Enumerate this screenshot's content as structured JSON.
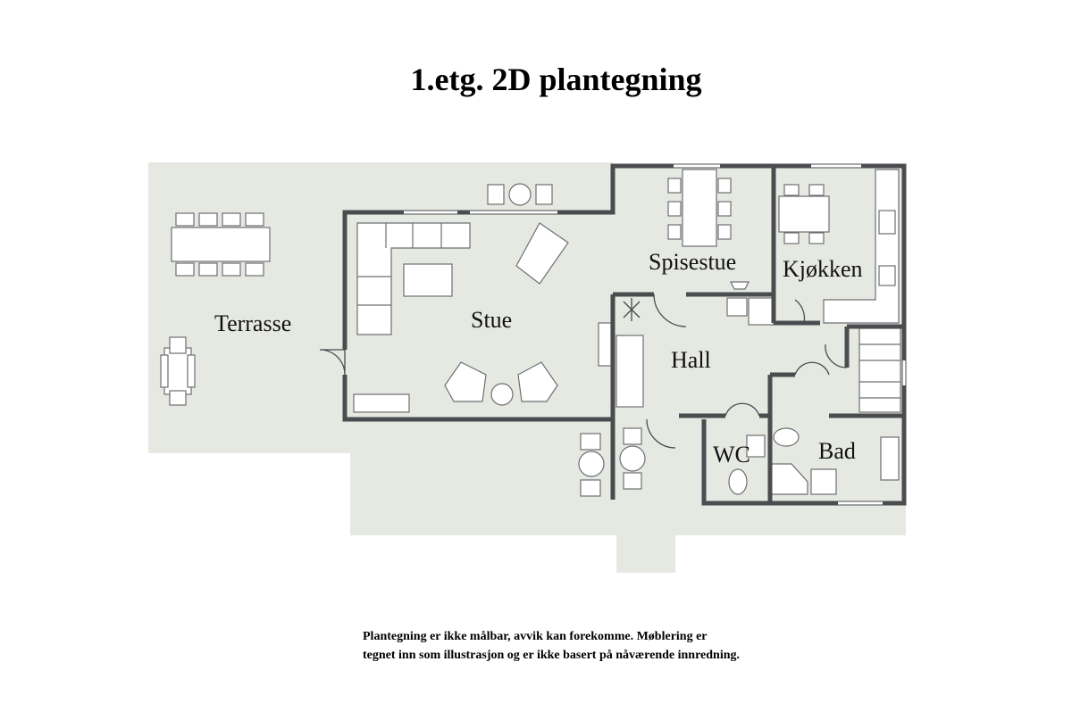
{
  "title": "1.etg. 2D plantegning",
  "rooms": {
    "terrasse": "Terrasse",
    "stue": "Stue",
    "spisestue": "Spisestue",
    "kjokken": "Kjøkken",
    "hall": "Hall",
    "wc": "WC",
    "bad": "Bad"
  },
  "disclaimer": {
    "line1": "Plantegning er ikke målbar, avvik kan forekomme. Møblering er",
    "line2": "tegnet inn som illustrasjon og er ikke basert på nåværende innredning."
  },
  "colors": {
    "floor": "#e6e9e2",
    "wall": "#4a4c4f",
    "furniture_fill": "#ffffff",
    "furniture_stroke": "#6d6f72"
  }
}
